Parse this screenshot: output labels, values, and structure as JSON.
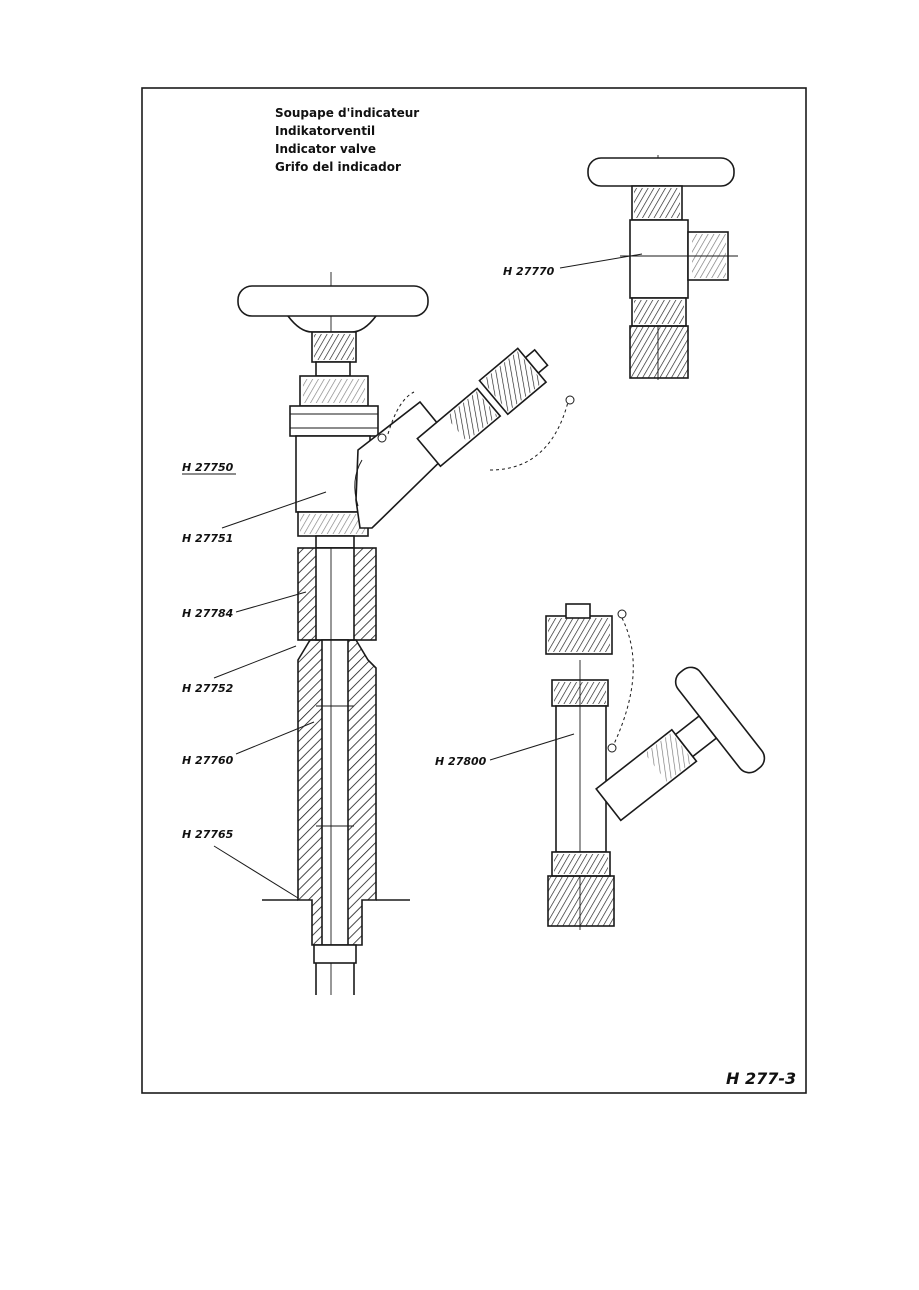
{
  "title": {
    "line_fr": "Soupape d'indicateur",
    "line_de": "Indikatorventil",
    "line_en": "Indicator valve",
    "line_es": "Grifo del indicador"
  },
  "labels": {
    "assembly": "H 27750",
    "valve_body": "H 27751",
    "nut": "H 27784",
    "adapter": "H 27752",
    "extension": "H 27760",
    "gasket": "H 27765",
    "angle_valve": "H 27770",
    "alt_valve": "H 27800"
  },
  "sheet_number": "H 277-3"
}
